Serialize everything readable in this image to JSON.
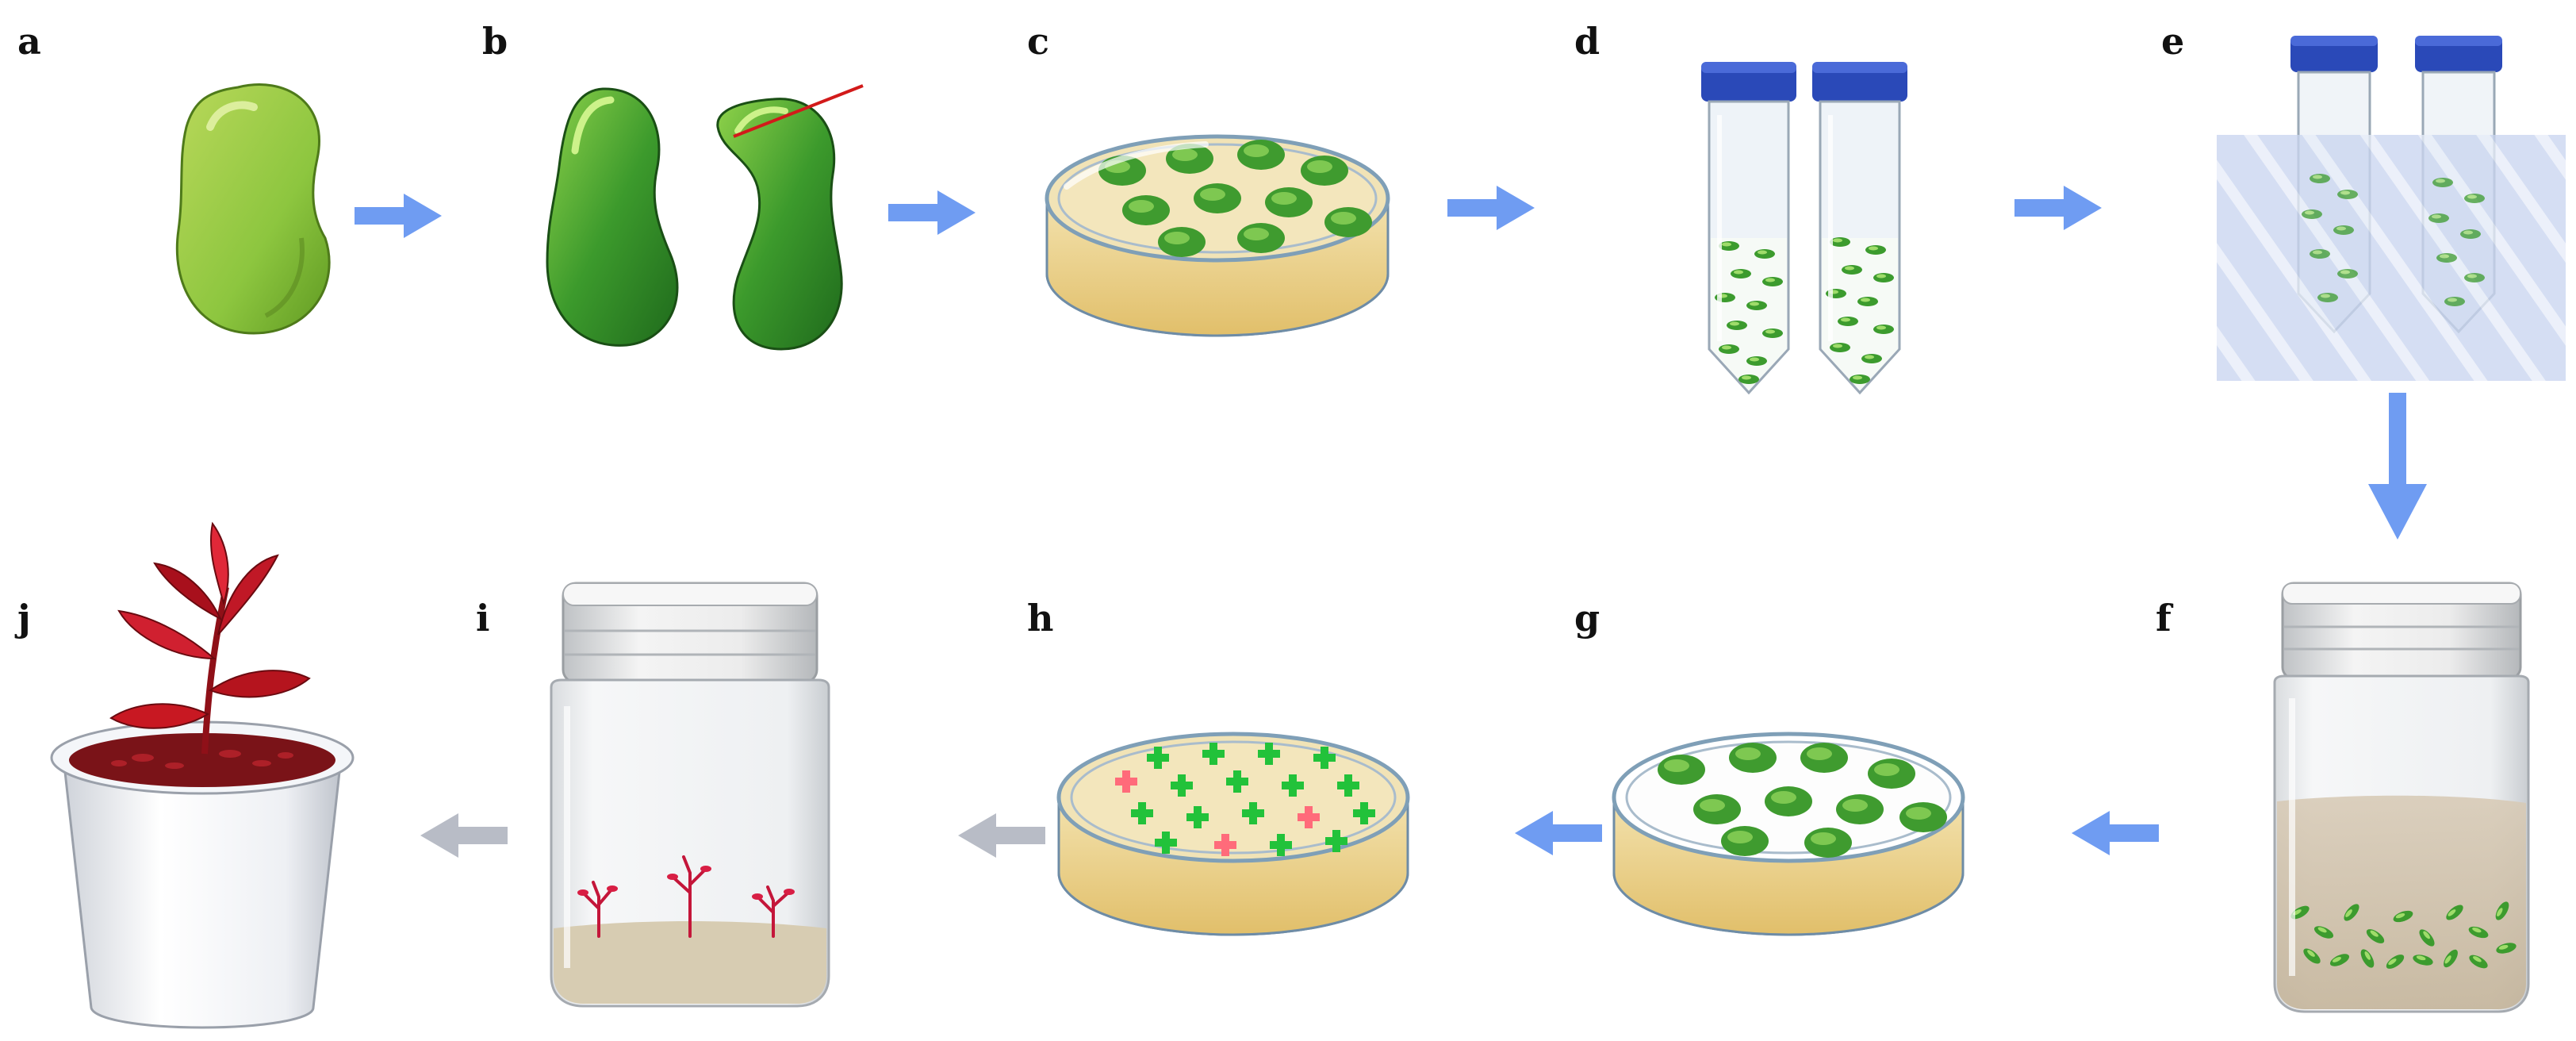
{
  "panel_labels": {
    "a": "a",
    "b": "b",
    "c": "c",
    "d": "d",
    "e": "e",
    "f": "f",
    "g": "g",
    "h": "h",
    "i": "i",
    "j": "j"
  },
  "colors": {
    "arrow_blue": "#6f9cf2",
    "arrow_gray": "#b8bcc6",
    "seed_green": "#8dc63f",
    "leaf_green": "#2f8f2a",
    "agar": "#efd89a",
    "dish_rim": "#7f9fb7",
    "cap_blue": "#2a49b8",
    "plant_red": "#b01020",
    "water_box": "#c6d3ee",
    "cross_green": "#22c23a",
    "cross_pink": "#ff6b7a",
    "jar_cap": "#e8e8e8"
  },
  "icons": {
    "a": "seed-icon",
    "b": "split-seed-icon",
    "c": "petri-dish-icon",
    "d": "centrifuge-tubes-icon",
    "e": "water-bath-icon",
    "f": "culture-jar-icon",
    "g": "petri-dish-icon",
    "h": "selection-plate-icon",
    "i": "rooting-jar-icon",
    "j": "potted-plant-icon"
  }
}
